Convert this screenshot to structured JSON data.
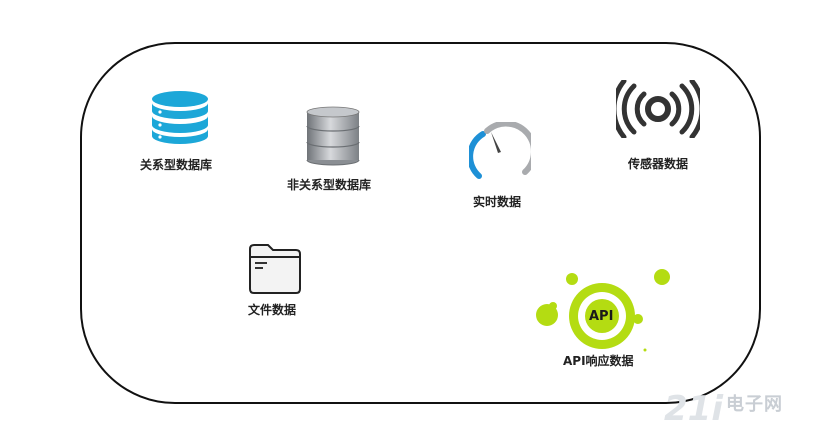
{
  "items": {
    "relational_db": {
      "label": "关系型数据库",
      "icon": "database-cyan-icon"
    },
    "nonrelational_db": {
      "label": "非关系型数据库",
      "icon": "database-server-icon"
    },
    "realtime": {
      "label": "实时数据",
      "icon": "gauge-icon"
    },
    "sensor": {
      "label": "传感器数据",
      "icon": "broadcast-signal-icon"
    },
    "file": {
      "label": "文件数据",
      "icon": "folder-icon"
    },
    "api": {
      "label": "API响应数据",
      "icon_text": "API",
      "icon": "api-splash-icon"
    }
  },
  "watermark": {
    "text": "电子网"
  },
  "colors": {
    "cyan": "#1ca7d8",
    "gray": "#9a9ea3",
    "lime": "#b4dc12",
    "dark": "#222222",
    "gauge_blue": "#1e90d6",
    "watermark": "#c9ced4"
  }
}
